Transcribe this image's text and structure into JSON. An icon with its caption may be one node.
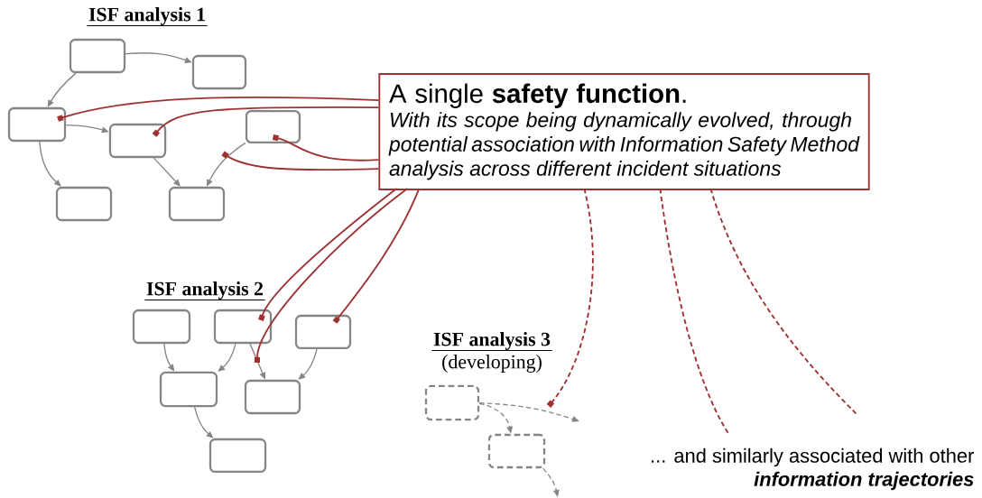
{
  "diagram": {
    "nodes": [
      {
        "text": [
          "A single **safety function**.",
          "With its scope being dynamically evolved, through potential association with Information Safety Method analysis across different incident situations"
        ]
      },
      {
        "text": [],
        "shape": "box"
      },
      {
        "text": [],
        "shape": "box"
      },
      {
        "text": [],
        "shape": "box"
      },
      {
        "text": [],
        "shape": "box"
      },
      {
        "text": [],
        "shape": "box"
      },
      {
        "text": [],
        "shape": "box"
      },
      {
        "text": [],
        "shape": "box"
      },
      {
        "text": [],
        "shape": "box"
      },
      {
        "text": [],
        "shape": "box"
      },
      {
        "text": [],
        "shape": "box"
      },
      {
        "text": [],
        "shape": "box"
      },
      {
        "text": [],
        "shape": "box"
      },
      {
        "text": [],
        "shape": "box"
      },
      {
        "text": [],
        "shape": "box"
      },
      {
        "text": [],
        "shape": "box"
      }
    ],
    "edges": [
      {
        "from": 1,
        "to": 2,
        "arrow": "to"
      },
      {
        "from": 1,
        "to": 3,
        "arrow": "to"
      },
      {
        "from": 3,
        "to": 4,
        "arrow": "to"
      },
      {
        "from": 3,
        "to": 6,
        "arrow": "to"
      },
      {
        "from": 4,
        "to": 7,
        "arrow": "to"
      },
      {
        "from": 5,
        "to": 7,
        "arrow": "to"
      },
      {
        "from": 8,
        "to": 11,
        "arrow": "to"
      },
      {
        "from": 9,
        "to": 11,
        "arrow": "to"
      },
      {
        "from": 9,
        "to": 12,
        "arrow": "to"
      },
      {
        "from": 10,
        "to": 12,
        "arrow": "to"
      },
      {
        "from": 11,
        "to": 13,
        "arrow": "to"
      },
      {
        "from": 14,
        "to": null,
        "arrow": "to",
        "style": "dashed"
      },
      {
        "from": 14,
        "to": 15,
        "arrow": "to",
        "style": "dashed"
      },
      {
        "from": 15,
        "to": null,
        "arrow": "to",
        "style": "dashed"
      },
      {
        "from": 0,
        "to": 3,
        "arrow": "other",
        "color": "#9e3232"
      },
      {
        "from": 0,
        "to": 4,
        "arrow": "other",
        "color": "#9e3232"
      },
      {
        "from": 0,
        "to": 5,
        "arrow": "other",
        "color": "#9e3232"
      },
      {
        "from": 0,
        "to": null,
        "arrow": "other",
        "color": "#9e3232"
      },
      {
        "from": 0,
        "to": 9,
        "arrow": "other",
        "color": "#9e3232"
      },
      {
        "from": 0,
        "to": null,
        "arrow": "other",
        "color": "#9e3232"
      },
      {
        "from": 0,
        "to": 10,
        "arrow": "other",
        "color": "#9e3232"
      },
      {
        "from": 0,
        "to": null,
        "arrow": "other",
        "style": "dashed",
        "color": "#9e3232"
      },
      {
        "from": 0,
        "to": null,
        "arrow": "none",
        "style": "dashed",
        "color": "#9e3232"
      },
      {
        "from": 0,
        "to": null,
        "arrow": "none",
        "style": "dashed",
        "color": "#9e3232"
      }
    ],
    "labels": [
      "ISF analysis 1",
      "ISF analysis 2",
      "ISF analysis 3",
      "(developing)",
      "... and similarly associated with other",
      "information trajectories"
    ]
  }
}
